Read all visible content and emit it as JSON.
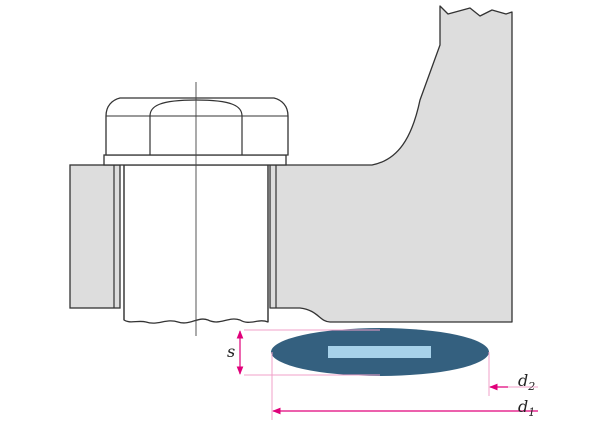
{
  "labels": {
    "s": {
      "main": "s",
      "sub": ""
    },
    "d2": {
      "main": "d",
      "sub": "2"
    },
    "d1": {
      "main": "d",
      "sub": "1"
    }
  },
  "colors": {
    "metal": "#dddddd",
    "outline": "#333333",
    "washer": "#34607f",
    "washer_slot": "#a7d2ea",
    "dimension": "#e0007a",
    "extension": "#f0a0c8"
  }
}
